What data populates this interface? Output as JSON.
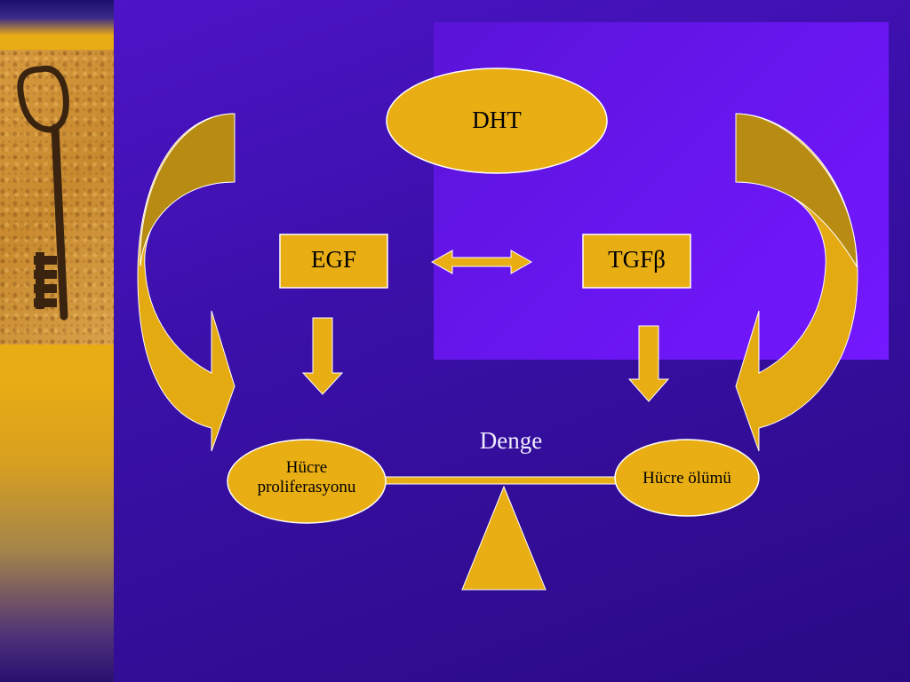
{
  "colors": {
    "accent": "#e8ae14",
    "background": "#3a10a8",
    "sidebar": "#e8ac14"
  },
  "photo": {
    "icon": "antique-key-icon"
  },
  "diagram": {
    "top_node": "DHT",
    "left_factor": "EGF",
    "right_factor": "TGFβ",
    "balance_label": "Denge",
    "left_outcome_line1": "Hücre",
    "left_outcome_line2": "proliferasyonu",
    "right_outcome": "Hücre ölümü"
  }
}
